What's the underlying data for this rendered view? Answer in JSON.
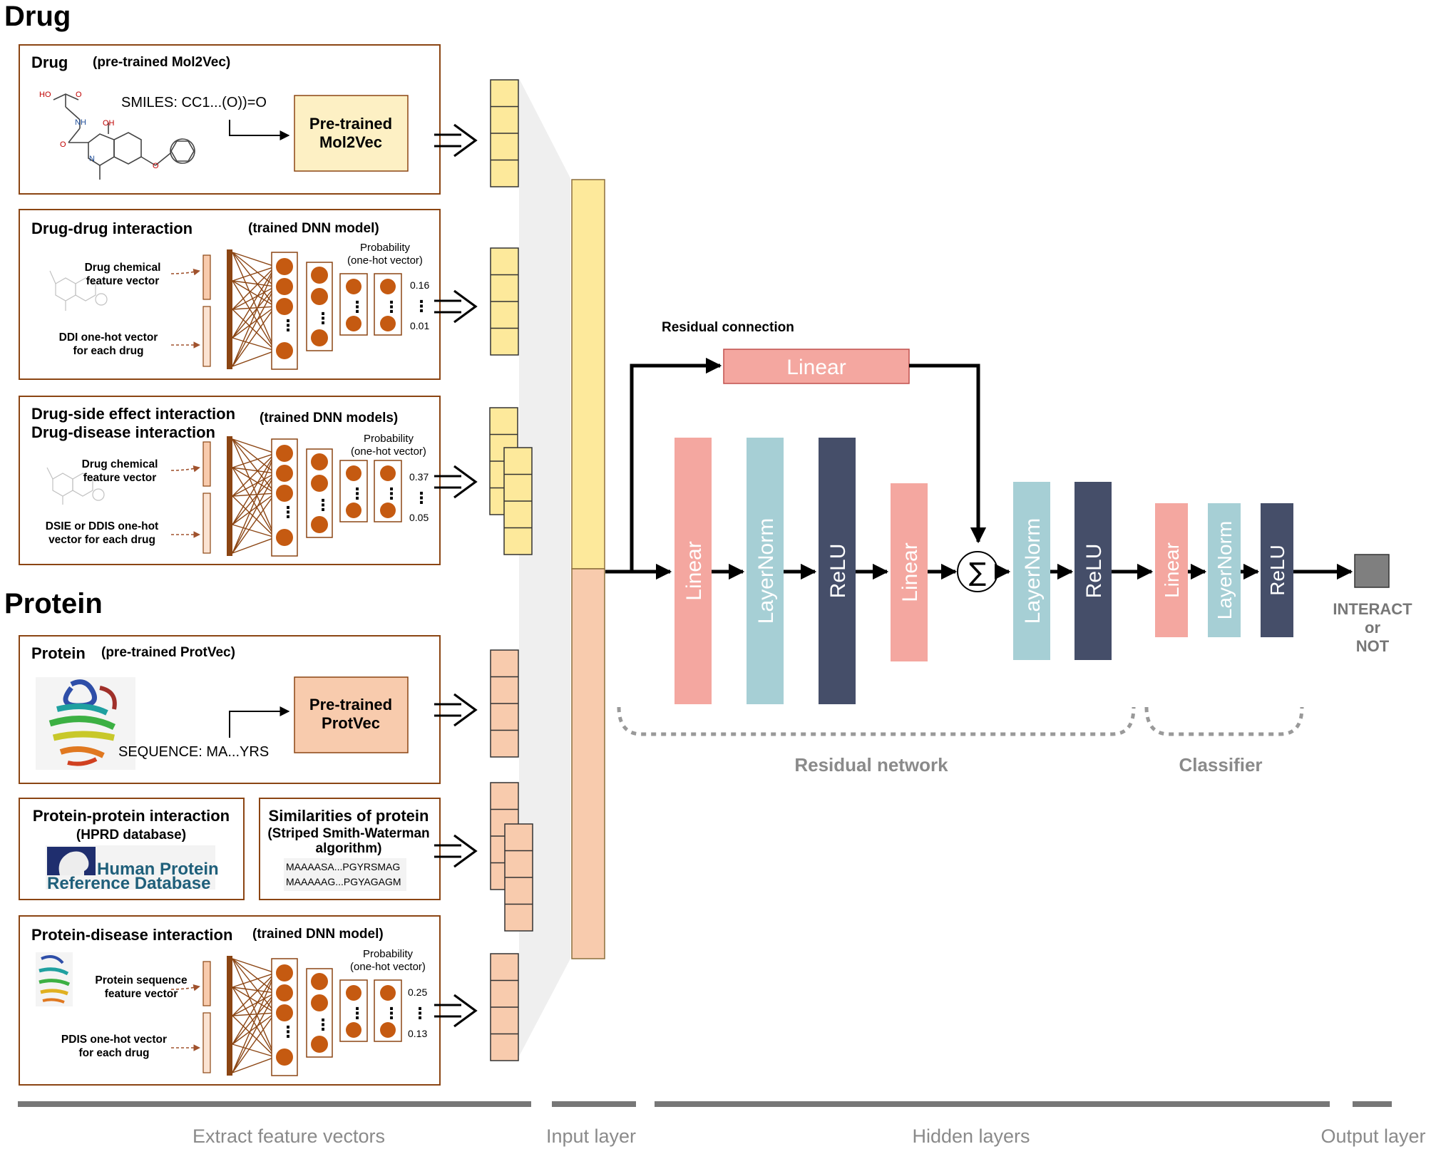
{
  "sections": {
    "drug": "Drug",
    "protein": "Protein"
  },
  "panels": {
    "drug": {
      "title": "Drug",
      "subtitle": "(pre-trained Mol2Vec)",
      "smiles": "SMILES: CC1...(O))=O",
      "box_line1": "Pre-trained",
      "box_line2": "Mol2Vec",
      "atoms": [
        "HO",
        "O",
        "NH",
        "OH",
        "O",
        "N",
        "O"
      ]
    },
    "ddi": {
      "title": "Drug-drug  interaction",
      "subtitle": "(trained DNN model)",
      "input1_line1": "Drug chemical",
      "input1_line2": "feature vector",
      "input2_line1": "DDI one-hot vector",
      "input2_line2": "for each drug",
      "prob_line1": "Probability",
      "prob_line2": "(one-hot  vector)",
      "val_top": "0.16",
      "val_bottom": "0.01"
    },
    "dsie": {
      "title_line1": "Drug-side effect interaction",
      "title_line2": "Drug-disease  interaction",
      "subtitle": "(trained DNN models)",
      "input1_line1": "Drug chemical",
      "input1_line2": "feature vector",
      "input2_line1": "DSIE or DDIS one-hot",
      "input2_line2": "vector for each drug",
      "prob_line1": "Probability",
      "prob_line2": "(one-hot  vector)",
      "val_top": "0.37",
      "val_bottom": "0.05"
    },
    "protein": {
      "title": "Protein",
      "subtitle": "(pre-trained ProtVec)",
      "sequence": "SEQUENCE: MA...YRS",
      "box_line1": "Pre-trained",
      "box_line2": "ProtVec"
    },
    "ppi": {
      "title": "Protein-protein  interaction",
      "subtitle": "(HPRD database)",
      "logo_line1": "Human Protein",
      "logo_line2": "Reference Database"
    },
    "sim": {
      "title": "Similarities of protein",
      "subtitle_line1": "(Striped Smith-Waterman",
      "subtitle_line2": "algorithm)",
      "seq1": "MAAAASA...PGYRSMAG",
      "seq2": "MAAAAAG...PGYAGAGM"
    },
    "pdi": {
      "title": "Protein-disease  interaction",
      "subtitle": "(trained DNN model)",
      "input1_line1": "Protein sequence",
      "input1_line2": "feature vector",
      "input2_line1": "PDIS one-hot vector",
      "input2_line2": "for each drug",
      "prob_line1": "Probability",
      "prob_line2": "(one-hot  vector)",
      "val_top": "0.25",
      "val_bottom": "0.13"
    }
  },
  "network": {
    "residual_connection_label": "Residual connection",
    "residual_linear": "Linear",
    "layers": [
      "Linear",
      "LayerNorm",
      "ReLU",
      "Linear"
    ],
    "sum_symbol": "∑",
    "post_sum": [
      "LayerNorm",
      "ReLU"
    ],
    "classifier_layers": [
      "Linear",
      "LayerNorm",
      "ReLU"
    ],
    "output_line1": "INTERACT",
    "output_line2": "or",
    "output_line3": "NOT",
    "residual_network_label": "Residual network",
    "classifier_label": "Classifier"
  },
  "footer": {
    "extract": "Extract feature vectors",
    "input": "Input layer",
    "hidden": "Hidden layers",
    "output": "Output layer"
  },
  "colors": {
    "drug_yellow": "#FDE99B",
    "protein_peach": "#F8CBAD",
    "linear_pink": "#F4A7A0",
    "layernorm_teal": "#A6CFD5",
    "relu_navy": "#454E69",
    "node_brown": "#C55A11",
    "panel_border": "#8B4513"
  }
}
